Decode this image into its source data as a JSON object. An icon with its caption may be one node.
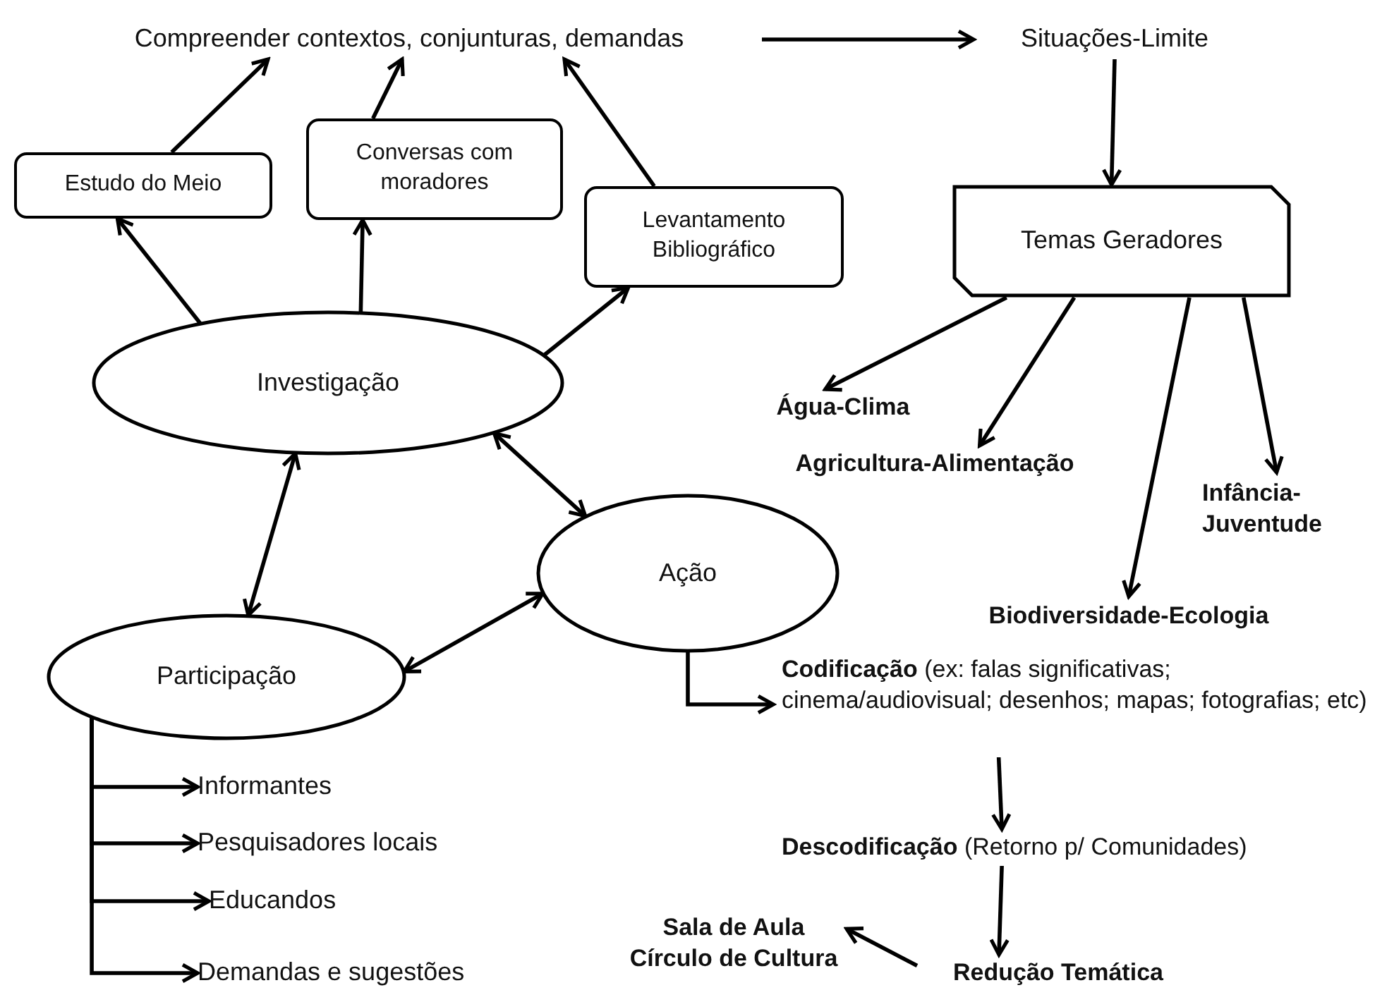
{
  "diagram": {
    "nodes": [
      {
        "text": [
          "Compreender contextos, conjunturas, demandas"
        ]
      },
      {
        "text": [
          "Situações-Limite"
        ]
      },
      {
        "text": [
          "Estudo do Meio"
        ]
      },
      {
        "text": [
          "Conversas com moradores"
        ]
      },
      {
        "text": [
          "Levantamento Bibliográfico"
        ]
      },
      {
        "text": [
          "Temas Geradores"
        ]
      },
      {
        "text": [
          "Investigação"
        ]
      },
      {
        "text": [
          "Água-Clima"
        ]
      },
      {
        "text": [
          "Agricultura-Alimentação"
        ]
      },
      {
        "text": [
          "Infância- Juventude"
        ]
      },
      {
        "text": [
          "Ação"
        ]
      },
      {
        "text": [
          "Biodiversidade-Ecologia"
        ]
      },
      {
        "text": [
          "Participação"
        ]
      },
      {
        "text": [
          "**Codificação** (ex: falas significativas; cinema/audiovisual; desenhos; mapas; fotografias; etc)"
        ]
      },
      {
        "text": [
          "Informantes"
        ]
      },
      {
        "text": [
          "Pesquisadores locais"
        ]
      },
      {
        "text": [
          "Educandos"
        ]
      },
      {
        "text": [
          "**Descodificação** (Retorno p/ Comunidades)"
        ]
      },
      {
        "text": [
          "Sala de Aula Círculo de Cultura"
        ]
      },
      {
        "text": [
          "Redução Temática"
        ]
      },
      {
        "text": [
          "Demandas e sugestões"
        ]
      }
    ],
    "edges": [
      {
        "from": 0,
        "to": 1,
        "arrow": "to"
      },
      {
        "from": 1,
        "to": 5,
        "arrow": "to"
      },
      {
        "from": 2,
        "to": 0,
        "arrow": "to"
      },
      {
        "from": 3,
        "to": 0,
        "arrow": "to"
      },
      {
        "from": 4,
        "to": 0,
        "arrow": "to"
      },
      {
        "from": 6,
        "to": 2,
        "arrow": "to"
      },
      {
        "from": 6,
        "to": 3,
        "arrow": "to"
      },
      {
        "from": 6,
        "to": 4,
        "arrow": "to"
      },
      {
        "from": 5,
        "to": 7,
        "arrow": "to"
      },
      {
        "from": 5,
        "to": 8,
        "arrow": "to"
      },
      {
        "from": 5,
        "to": 11,
        "arrow": "to"
      },
      {
        "from": 5,
        "to": 9,
        "arrow": "to"
      },
      {
        "from": 6,
        "to": 10,
        "arrow": "both"
      },
      {
        "from": 6,
        "to": 12,
        "arrow": "both"
      },
      {
        "from": 12,
        "to": 10,
        "arrow": "both"
      },
      {
        "from": 10,
        "to": 13,
        "arrow": "to"
      },
      {
        "from": 12,
        "to": 14,
        "arrow": "to"
      },
      {
        "from": 12,
        "to": 15,
        "arrow": "to"
      },
      {
        "from": 12,
        "to": 16,
        "arrow": "to"
      },
      {
        "from": 12,
        "to": 20,
        "arrow": "to"
      },
      {
        "from": 13,
        "to": 17,
        "arrow": "to"
      },
      {
        "from": 17,
        "to": 19,
        "arrow": "to"
      },
      {
        "from": 19,
        "to": 18,
        "arrow": "to"
      }
    ]
  }
}
